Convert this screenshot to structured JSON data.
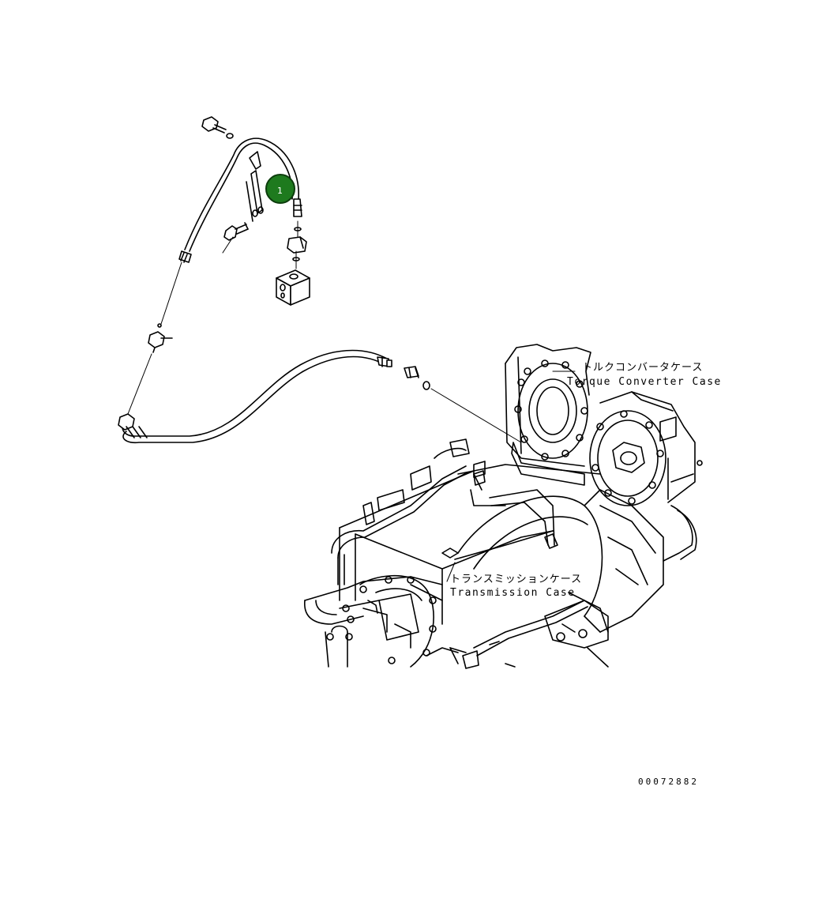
{
  "callouts": [
    {
      "number": "1",
      "color": "#1e7a1e"
    }
  ],
  "labels": {
    "torque_converter_jp": "トルクコンバータケース",
    "torque_converter_en": "Torque Converter Case",
    "transmission_jp": "トランスミッションケース",
    "transmission_en": "Transmission Case"
  },
  "figure_number": "00072882"
}
